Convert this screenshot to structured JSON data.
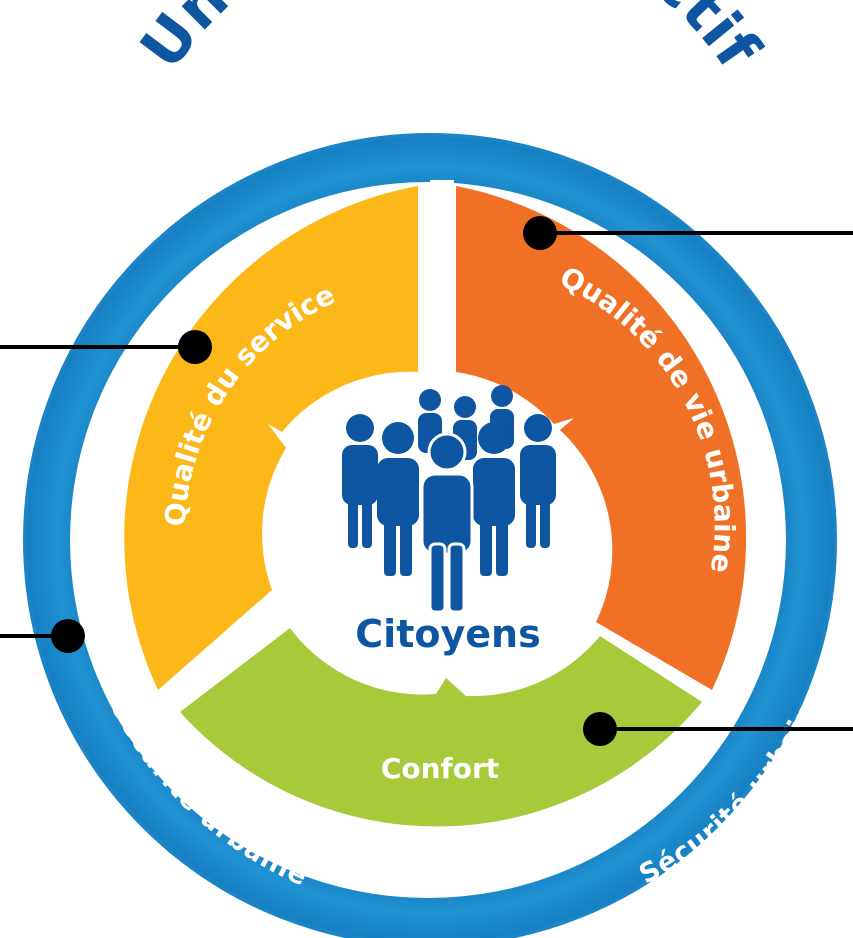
{
  "title": "Un réseau attractif",
  "outer_ring": {
    "top_label": "Sécurité urbaine",
    "bottom_left_label": "Sécurité urbaine",
    "bottom_right_label": "Sécurité urbaine"
  },
  "segments": [
    {
      "id": "service",
      "label": "Qualité du service",
      "color": "#FBB818"
    },
    {
      "id": "vie",
      "label": "Qualité de vie urbaine",
      "color": "#F07125"
    },
    {
      "id": "confort",
      "label": "Confort",
      "color": "#A8CA3A"
    }
  ],
  "center": {
    "label": "Citoyens",
    "icon": "people-group-icon"
  },
  "colors": {
    "ring": "#1E8BC9",
    "ring_dark": "#0E6BAE",
    "title": "#0E56A2",
    "people": "#0E56A2",
    "connector": "#000000"
  }
}
